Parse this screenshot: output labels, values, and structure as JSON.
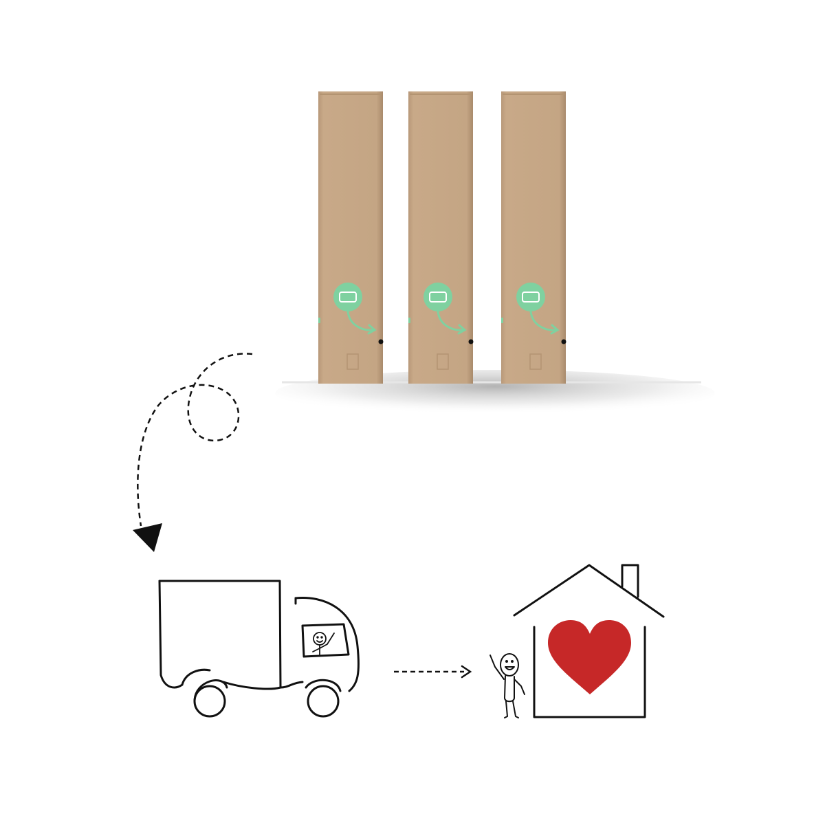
{
  "colors": {
    "background": "#ffffff",
    "cardboard": "#c4a584",
    "cardboard_shade": "#b39472",
    "label_green": "#7fd1a0",
    "ink": "#111111",
    "heart": "#c62828"
  },
  "boxes": {
    "count": 3,
    "icon": "recycle-label-icon"
  },
  "flow": [
    {
      "step": "boxes",
      "icon": "cardboard-box-icon"
    },
    {
      "step": "delivery-truck",
      "icon": "truck-icon"
    },
    {
      "step": "home",
      "icon": "house-heart-icon"
    }
  ]
}
